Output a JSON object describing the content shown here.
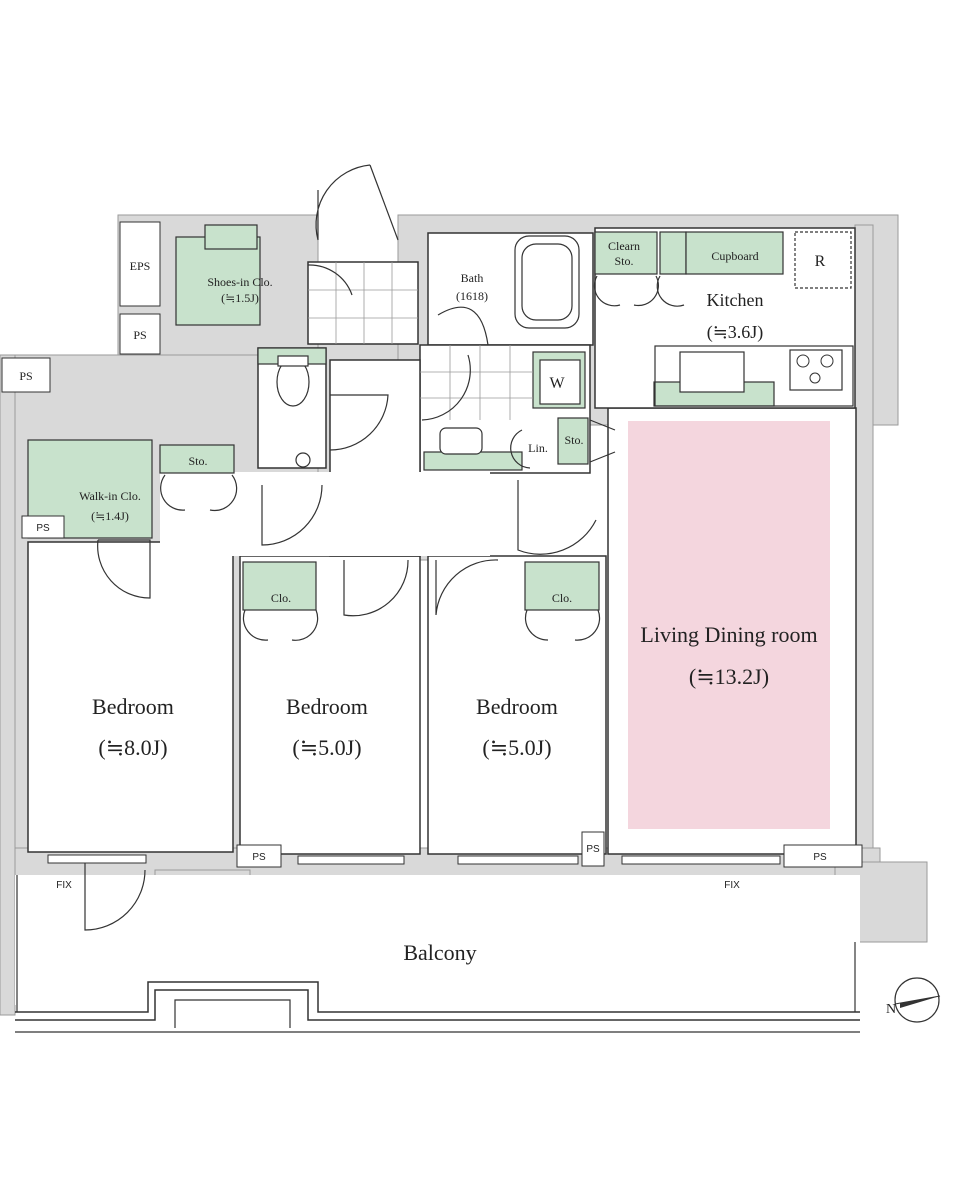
{
  "rooms": {
    "bedroom1": {
      "name": "Bedroom",
      "area": "(≒8.0J)"
    },
    "bedroom2": {
      "name": "Bedroom",
      "area": "(≒5.0J)"
    },
    "bedroom3": {
      "name": "Bedroom",
      "area": "(≒5.0J)"
    },
    "living": {
      "name": "Living Dining room",
      "area": "(≒13.2J)"
    },
    "kitchen": {
      "name": "Kitchen",
      "area": "(≒3.6J)"
    },
    "balcony": {
      "name": "Balcony"
    },
    "bath": {
      "name": "Bath",
      "size": "(1618)"
    },
    "shoes": {
      "name": "Shoes-in Clo.",
      "area": "(≒1.5J)"
    },
    "walkin": {
      "name": "Walk-in Clo.",
      "area": "(≒1.4J)"
    }
  },
  "storage": {
    "eps": "EPS",
    "ps": "PS",
    "sto": "Sto.",
    "clo": "Clo.",
    "lin": "Lin.",
    "w": "W",
    "clean_line1": "Clearn",
    "clean_line2": "Sto.",
    "cupboard": "Cupboard",
    "fridge": "R",
    "fix": "FIX"
  },
  "compass": {
    "label": "N"
  },
  "colors": {
    "wall": "#d9d9d9",
    "storage": "#c8e2cc",
    "living": "#f4d6de",
    "line": "#333333"
  }
}
